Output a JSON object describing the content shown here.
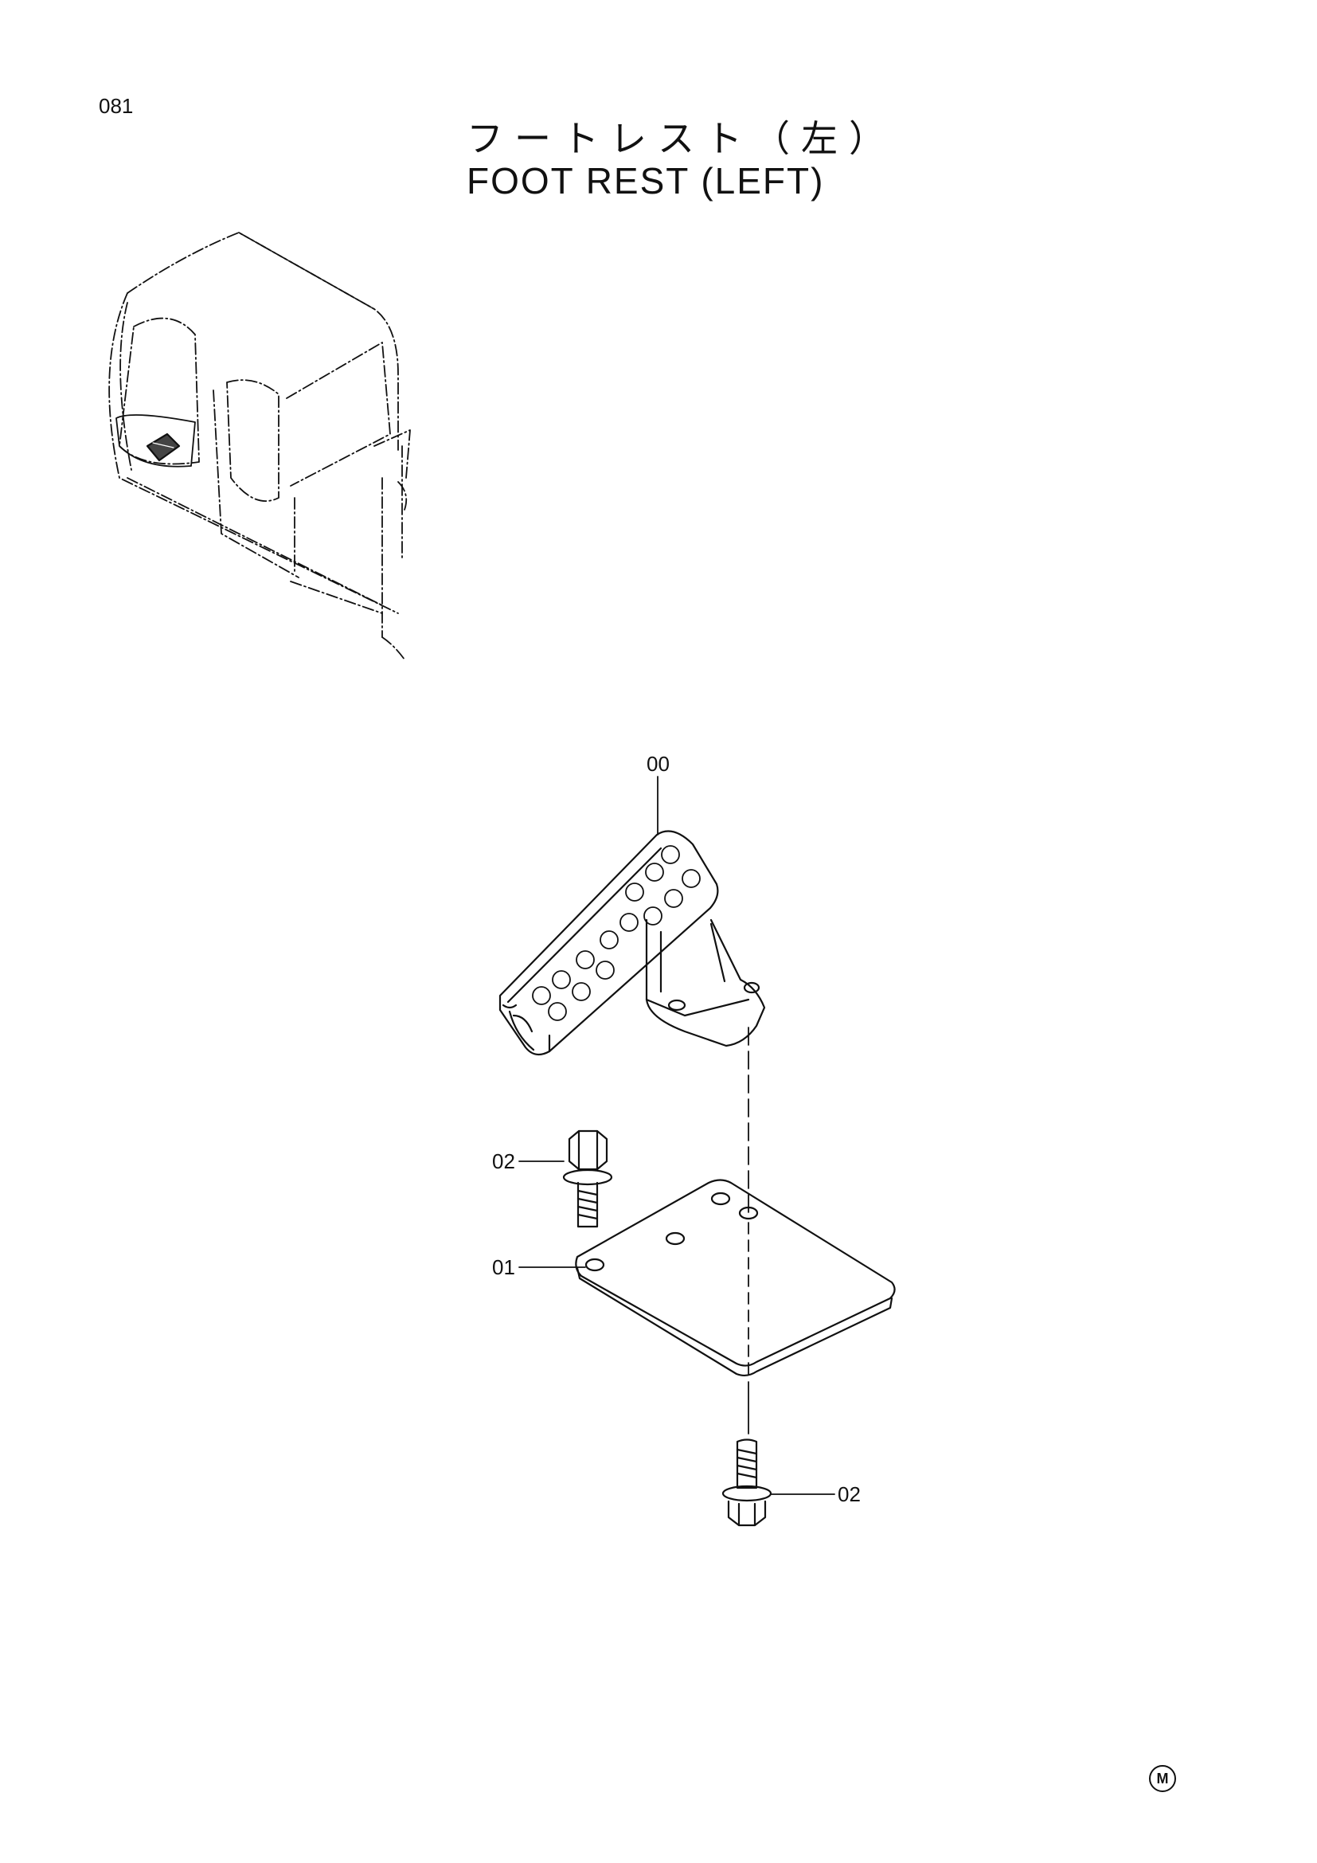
{
  "page": {
    "number": "081"
  },
  "title": {
    "japanese": "フートレスト（左）",
    "english": "FOOT REST (LEFT)"
  },
  "callouts": [
    {
      "label": "00"
    },
    {
      "label": "02"
    },
    {
      "label": "01"
    },
    {
      "label": "02"
    }
  ],
  "mark": {
    "symbol": "M"
  }
}
